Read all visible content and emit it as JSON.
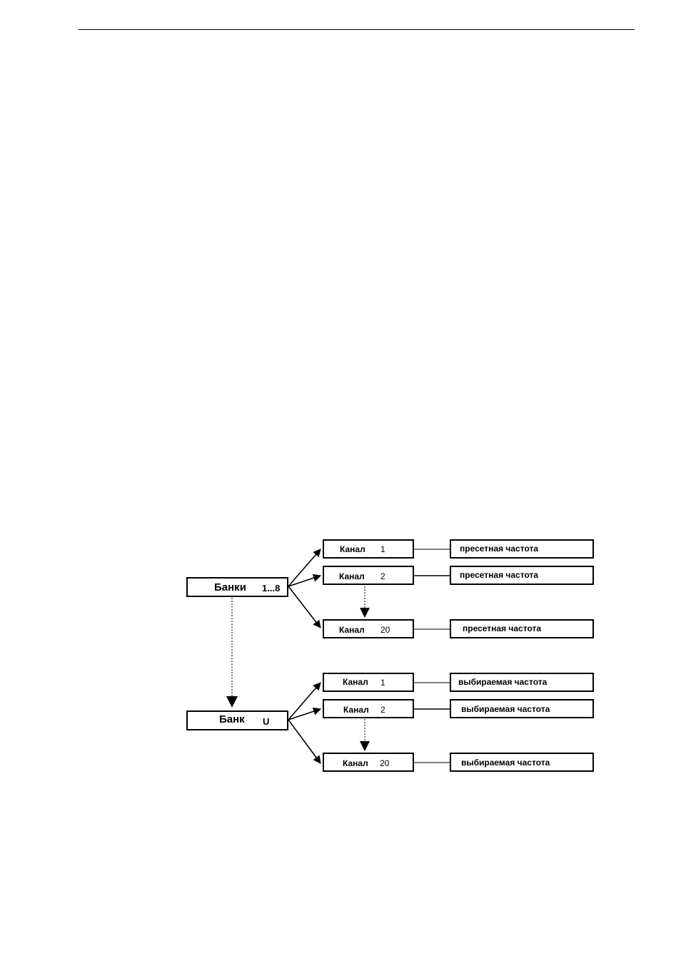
{
  "banks": [
    {
      "name": "Банки",
      "range": "1...8",
      "channels": [
        {
          "name": "Канал",
          "number": "1",
          "freq": "пресетная частота"
        },
        {
          "name": "Канал",
          "number": "2",
          "freq": "пресетная частота"
        },
        {
          "name": "Канал",
          "number": "20",
          "freq": "пресетная частота"
        }
      ]
    },
    {
      "name": "Банк",
      "range": "U",
      "channels": [
        {
          "name": "Канал",
          "number": "1",
          "freq": "выбираемая частота"
        },
        {
          "name": "Канал",
          "number": "2",
          "freq": "выбираемая частота"
        },
        {
          "name": "Канал",
          "number": "20",
          "freq": "выбираемая частота"
        }
      ]
    }
  ]
}
